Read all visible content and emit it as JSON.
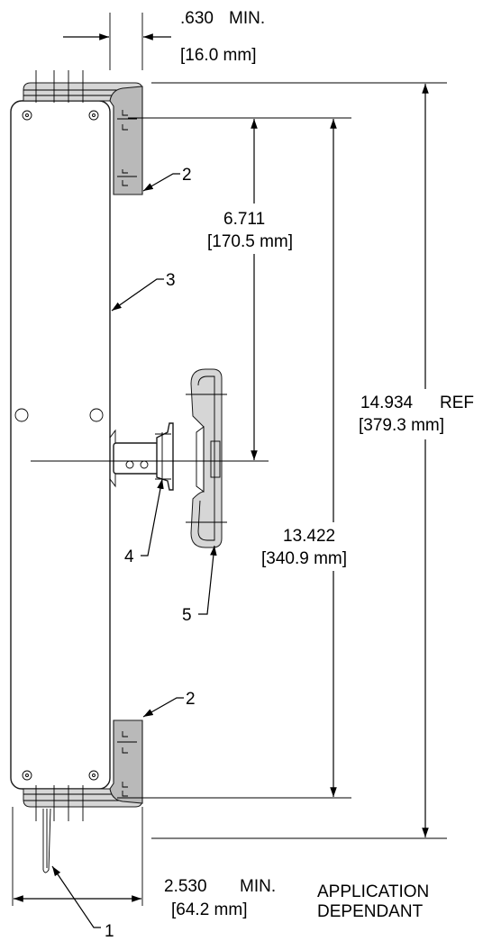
{
  "dimensions": {
    "top_clearance": {
      "value": ".630",
      "suffix": "MIN.",
      "metric": "[16.0 mm]"
    },
    "mount_spacing": {
      "value": "6.711",
      "metric": "[170.5 mm]"
    },
    "overall_height": {
      "value": "14.934",
      "suffix": "REF",
      "metric": "[379.3 mm]"
    },
    "hole_spacing": {
      "value": "13.422",
      "metric": "[340.9 mm]"
    },
    "width_clearance": {
      "value": "2.530",
      "suffix": "MIN.",
      "metric": "[64.2 mm]"
    }
  },
  "note": {
    "line1": "APPLICATION",
    "line2": "DEPENDANT"
  },
  "callouts": {
    "c1": "1",
    "c2_top": "2",
    "c3": "3",
    "c4": "4",
    "c5": "5",
    "c2_bottom": "2"
  },
  "colors": {
    "line": "#000000",
    "shading": "#b9b9b9",
    "background": "#ffffff"
  }
}
